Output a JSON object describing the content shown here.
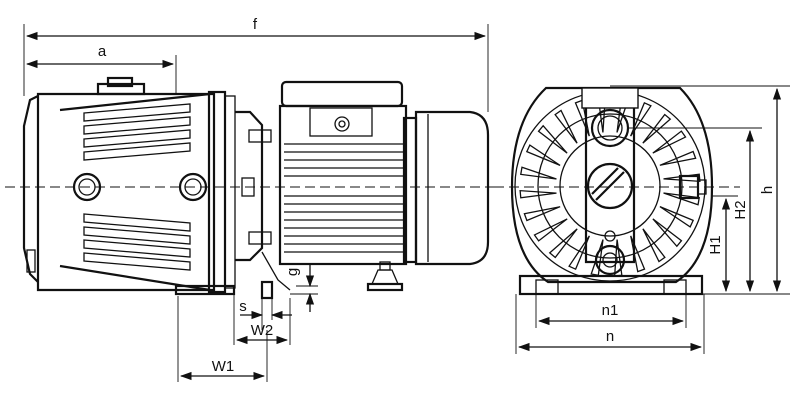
{
  "labels": {
    "f": "f",
    "a": "a",
    "g": "g",
    "s": "s",
    "w2": "W2",
    "w1": "W1",
    "n1": "n1",
    "n": "n",
    "h": "h",
    "h1": "H1",
    "h2": "H2"
  }
}
